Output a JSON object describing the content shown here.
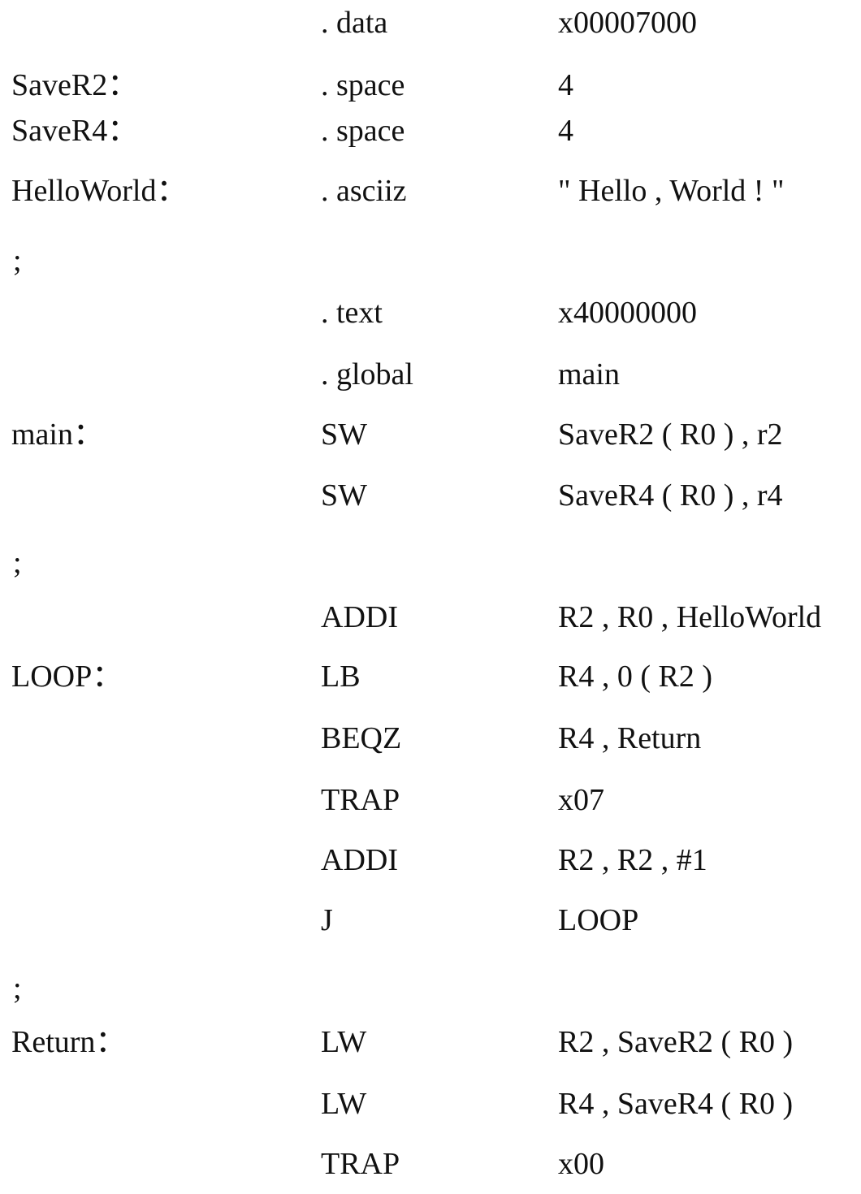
{
  "listing": {
    "rows": [
      {
        "label": "",
        "op": ". data",
        "operand": "x00007000"
      },
      {
        "label": "SaveR2：",
        "op": ". space",
        "operand": "4"
      },
      {
        "label": "SaveR4：",
        "op": ". space",
        "operand": "4"
      },
      {
        "label": "HelloWorld：",
        "op": ". asciiz",
        "operand": "\" Hello , World ! \""
      },
      {
        "comment": ";"
      },
      {
        "label": "",
        "op": ". text",
        "operand": "x40000000"
      },
      {
        "label": "",
        "op": ". global",
        "operand": "main"
      },
      {
        "label": "main：",
        "op": "SW",
        "operand": "SaveR2 ( R0 ) , r2"
      },
      {
        "label": "",
        "op": "SW",
        "operand": "SaveR4 ( R0 ) , r4"
      },
      {
        "comment": ";"
      },
      {
        "label": "",
        "op": "ADDI",
        "operand": "R2 , R0 , HelloWorld"
      },
      {
        "label": "LOOP：",
        "op": "LB",
        "operand": "R4 , 0 ( R2 )"
      },
      {
        "label": "",
        "op": "BEQZ",
        "operand": "R4 , Return"
      },
      {
        "label": "",
        "op": "TRAP",
        "operand": "x07"
      },
      {
        "label": "",
        "op": "ADDI",
        "operand": "R2 , R2 , #1"
      },
      {
        "label": "",
        "op": "J",
        "operand": "LOOP"
      },
      {
        "comment": ";"
      },
      {
        "label": "Return：",
        "op": "LW",
        "operand": "R2 , SaveR2 ( R0 )"
      },
      {
        "label": "",
        "op": "LW",
        "operand": "R4 , SaveR4 ( R0 )"
      },
      {
        "label": "",
        "op": "TRAP",
        "operand": "x00"
      }
    ]
  }
}
